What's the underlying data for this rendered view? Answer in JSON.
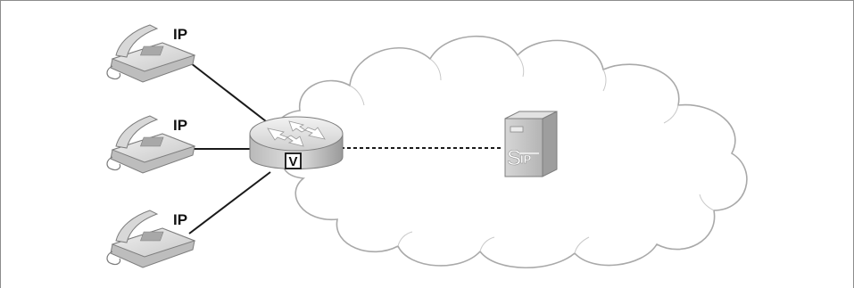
{
  "phones": [
    {
      "id": "phone-1",
      "label": "IP"
    },
    {
      "id": "phone-2",
      "label": "IP"
    },
    {
      "id": "phone-3",
      "label": "IP"
    }
  ],
  "router": {
    "badge": "V"
  },
  "server": {
    "logo_letter": "S",
    "logo_text": "IP"
  },
  "colors": {
    "device_light": "#e8e8e8",
    "device_mid": "#c4c4c4",
    "device_dark": "#8e8e8e",
    "cloud_fill": "#ffffff",
    "cloud_stroke": "#a9a9a9",
    "link": "#1a1a1a"
  }
}
